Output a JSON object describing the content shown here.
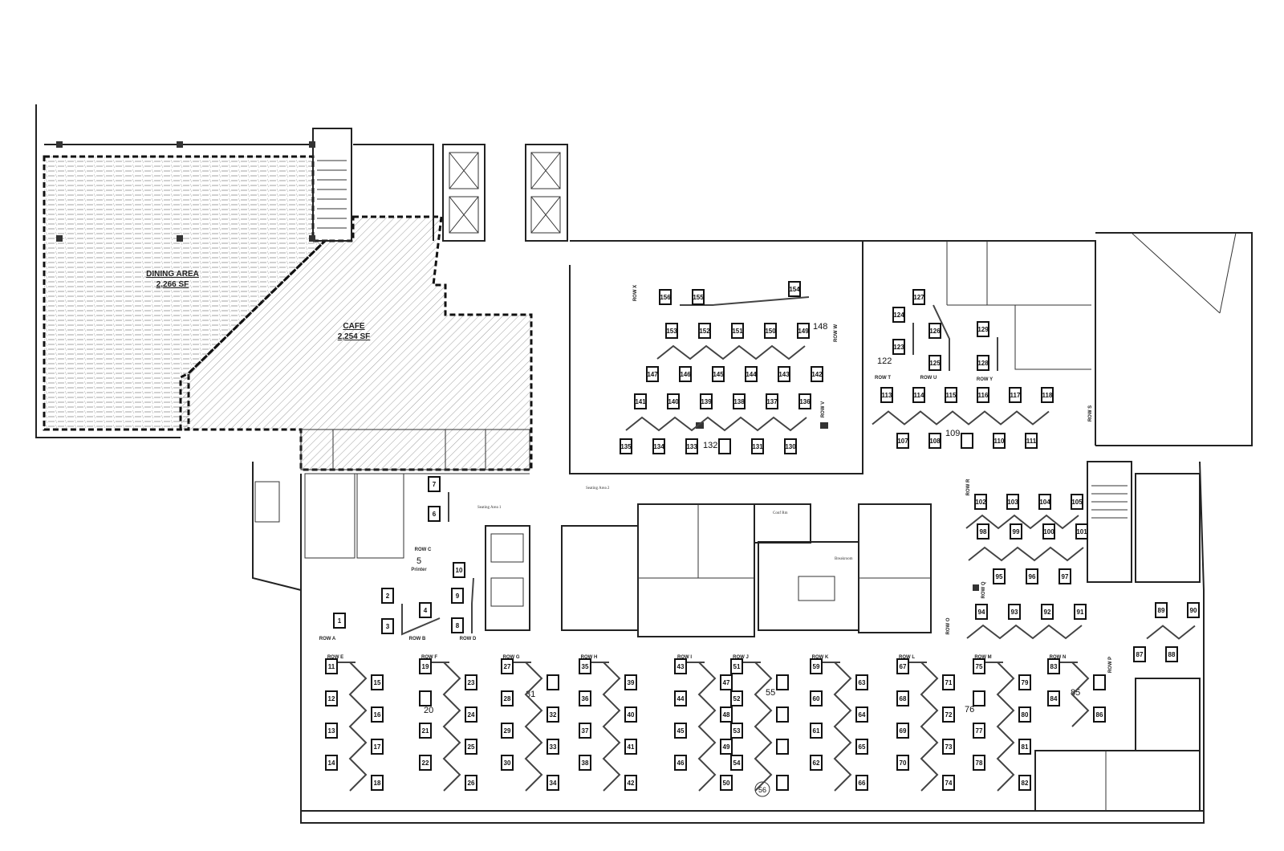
{
  "areas": {
    "dining": {
      "name": "DINING AREA",
      "size": "2,266 SF"
    },
    "cafe": {
      "name": "CAFE",
      "size": "2,254 SF"
    }
  },
  "rooms": {
    "seating_area_1": "Seating Area 1",
    "seating_area_2": "Seating Area 2",
    "conf_rm": "Conf Rm",
    "breakroom": "Breakroom",
    "printer": "Printer"
  },
  "markers": [
    "5",
    "148",
    "132",
    "122",
    "109",
    "31",
    "20",
    "55",
    "56",
    "76",
    "85"
  ],
  "rows": {
    "A": {
      "label": "ROW A",
      "seats": [
        "1"
      ]
    },
    "B": {
      "label": "ROW B",
      "seats": [
        "2",
        "3",
        "4"
      ]
    },
    "C": {
      "label": "ROW C",
      "seats": [
        "7",
        "6"
      ]
    },
    "D": {
      "label": "ROW D",
      "seats": [
        "10",
        "9",
        "8"
      ]
    },
    "E": {
      "label": "ROW E",
      "left": [
        "11",
        "12",
        "13",
        "14"
      ],
      "right": [
        "15",
        "16",
        "17",
        "18"
      ]
    },
    "F": {
      "label": "ROW F",
      "left": [
        "19",
        "",
        "21",
        "22"
      ],
      "right": [
        "23",
        "24",
        "25",
        "26"
      ]
    },
    "G": {
      "label": "ROW G",
      "left": [
        "27",
        "28",
        "29",
        "30"
      ],
      "right": [
        "",
        "32",
        "33",
        "34"
      ]
    },
    "H": {
      "label": "ROW H",
      "left": [
        "35",
        "36",
        "37",
        "38"
      ],
      "right": [
        "39",
        "40",
        "41",
        "42"
      ]
    },
    "I": {
      "label": "ROW I",
      "left": [
        "43",
        "44",
        "45",
        "46"
      ],
      "right": [
        "47",
        "48",
        "49",
        "50"
      ]
    },
    "J": {
      "label": "ROW J",
      "left": [
        "51",
        "52",
        "53",
        "54"
      ],
      "right": [
        "",
        "",
        "",
        ""
      ]
    },
    "K": {
      "label": "ROW K",
      "left": [
        "59",
        "60",
        "61",
        "62"
      ],
      "right": [
        "63",
        "64",
        "65",
        "66"
      ]
    },
    "L": {
      "label": "ROW L",
      "left": [
        "67",
        "68",
        "69",
        "70"
      ],
      "right": [
        "71",
        "72",
        "73",
        "74"
      ]
    },
    "M": {
      "label": "ROW M",
      "left": [
        "75",
        "",
        "77",
        "78"
      ],
      "right": [
        "79",
        "80",
        "81",
        "82"
      ]
    },
    "N": {
      "label": "ROW N",
      "left": [
        "83",
        "84"
      ],
      "right": [
        "",
        "86"
      ]
    },
    "O": {
      "label": "ROW O",
      "top": [
        "94",
        "93",
        "92",
        "91"
      ],
      "bottom": []
    },
    "P": {
      "label": "ROW P",
      "top": [
        "89",
        "90"
      ],
      "bottom": [
        "87",
        "88"
      ]
    },
    "Q": {
      "label": "ROW Q",
      "top": [
        "98",
        "99",
        "100",
        "101"
      ],
      "bottom": [
        "95",
        "96",
        "97"
      ]
    },
    "R": {
      "label": "ROW R",
      "top": [
        "102",
        "103",
        "104",
        "105"
      ],
      "bottom": []
    },
    "S": {
      "label": "ROW S",
      "top": [
        "113",
        "114",
        "115",
        "116",
        "117",
        "118"
      ],
      "bottom": [
        "107",
        "108",
        "",
        "110",
        "111"
      ]
    },
    "T": {
      "label": "ROW T",
      "seats": [
        "124",
        "123"
      ]
    },
    "U": {
      "label": "ROW U",
      "seats": [
        "127",
        "126",
        "125"
      ]
    },
    "Y": {
      "label": "ROW Y",
      "seats": [
        "129",
        "128"
      ]
    },
    "V": {
      "label": "ROW V",
      "top": [
        "141",
        "140",
        "139",
        "138",
        "137",
        "136"
      ],
      "bottom": [
        "135",
        "134",
        "133",
        "",
        "131",
        "130"
      ]
    },
    "W": {
      "label": "ROW W",
      "top": [
        "153",
        "152",
        "151",
        "150",
        "149"
      ],
      "bottom": [
        "147",
        "146",
        "145",
        "144",
        "143",
        "142"
      ]
    },
    "X": {
      "label": "ROW X",
      "seats": [
        "156",
        "155",
        "154"
      ]
    }
  }
}
